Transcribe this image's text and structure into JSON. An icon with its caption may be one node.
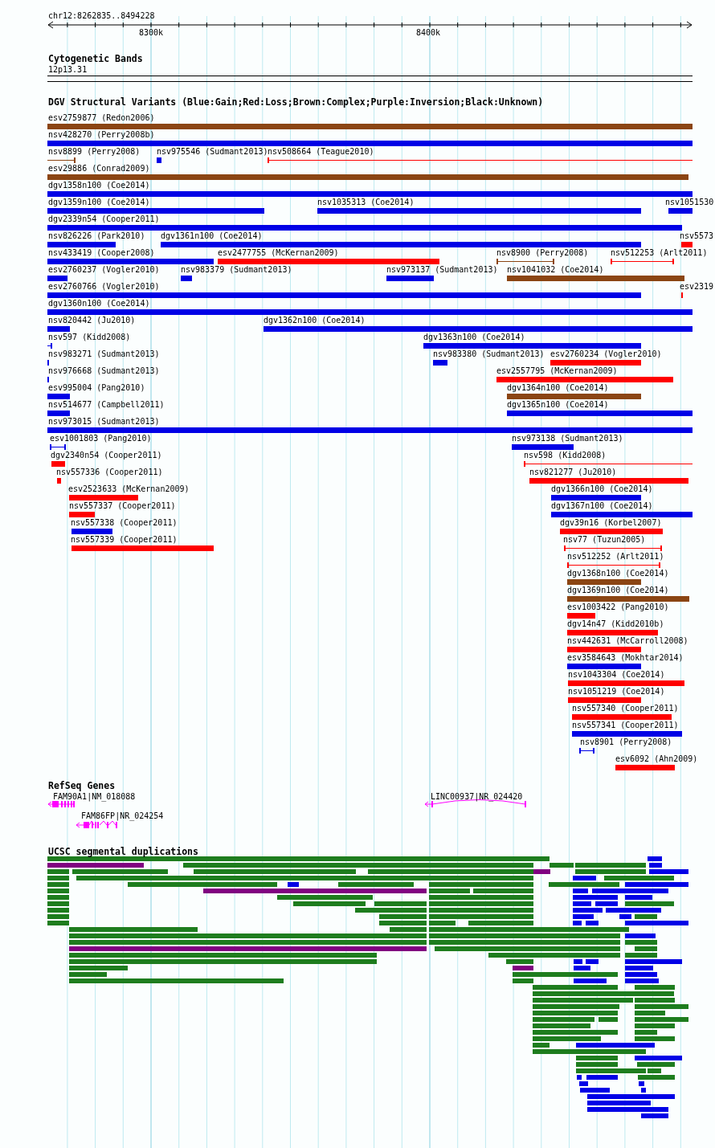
{
  "diagram": {
    "labels": [
      "chr12:8262835..8494228",
      "8300k",
      "8400k",
      "Cytogenetic Bands",
      "12p13.31",
      "DGV Structural Variants (Blue:Gain;Red:Loss;Brown:Complex;Purple:Inversion;Black:Unknown)",
      "esv2759877 (Redon2006)",
      "nsv428270 (Perry2008b)",
      "nsv8899 (Perry2008)",
      "nsv975546 (Sudmant2013)",
      "nsv508664 (Teague2010)",
      "esv29886 (Conrad2009)",
      "dgv1358n100 (Coe2014)",
      "dgv1359n100 (Coe2014)",
      "nsv1035313 (Coe2014)",
      "nsv1051530",
      "dgv2339n54 (Cooper2011)",
      "nsv826226 (Park2010)",
      "dgv1361n100 (Coe2014)",
      "nsv5573",
      "nsv433419 (Cooper2008)",
      "esv2477755 (McKernan2009)",
      "nsv8900 (Perry2008)",
      "nsv512253 (Arlt2011)",
      "esv2760237 (Vogler2010)",
      "nsv983379 (Sudmant2013)",
      "nsv973137 (Sudmant2013)",
      "nsv1041032 (Coe2014)",
      "esv2760766 (Vogler2010)",
      "esv2319",
      "dgv1360n100 (Coe2014)",
      "nsv820442 (Ju2010)",
      "dgv1362n100 (Coe2014)",
      "nsv597 (Kidd2008)",
      "dgv1363n100 (Coe2014)",
      "nsv983271 (Sudmant2013)",
      "nsv983380 (Sudmant2013)",
      "esv2760234 (Vogler2010)",
      "nsv976668 (Sudmant2013)",
      "esv2557795 (McKernan2009)",
      "esv995004 (Pang2010)",
      "dgv1364n100 (Coe2014)",
      "nsv514677 (Campbell2011)",
      "dgv1365n100 (Coe2014)",
      "nsv973015 (Sudmant2013)",
      "esv1001803 (Pang2010)",
      "nsv973138 (Sudmant2013)",
      "dgv2340n54 (Cooper2011)",
      "nsv598 (Kidd2008)",
      "nsv557336 (Cooper2011)",
      "nsv821277 (Ju2010)",
      "esv2523633 (McKernan2009)",
      "dgv1366n100 (Coe2014)",
      "nsv557337 (Cooper2011)",
      "dgv1367n100 (Coe2014)",
      "nsv557338 (Cooper2011)",
      "dgv39n16 (Korbel2007)",
      "nsv557339 (Cooper2011)",
      "nsv77 (Tuzun2005)",
      "nsv512252 (Arlt2011)",
      "dgv1368n100 (Coe2014)",
      "dgv1369n100 (Coe2014)",
      "esv1003422 (Pang2010)",
      "dgv14n47 (Kidd2010b)",
      "nsv442631 (McCarroll2008)",
      "esv3584643 (Mokhtar2014)",
      "nsv1043304 (Coe2014)",
      "nsv1051219 (Coe2014)",
      "nsv557340 (Cooper2011)",
      "nsv557341 (Cooper2011)",
      "nsv8901 (Perry2008)",
      "esv6092 (Ahn2009)",
      "RefSeq Genes",
      "FAM90A1|NM_018088",
      "LINC00937|NR_024420",
      "FAM86FP|NR_024254",
      "UCSC segmental duplications"
    ]
  }
}
